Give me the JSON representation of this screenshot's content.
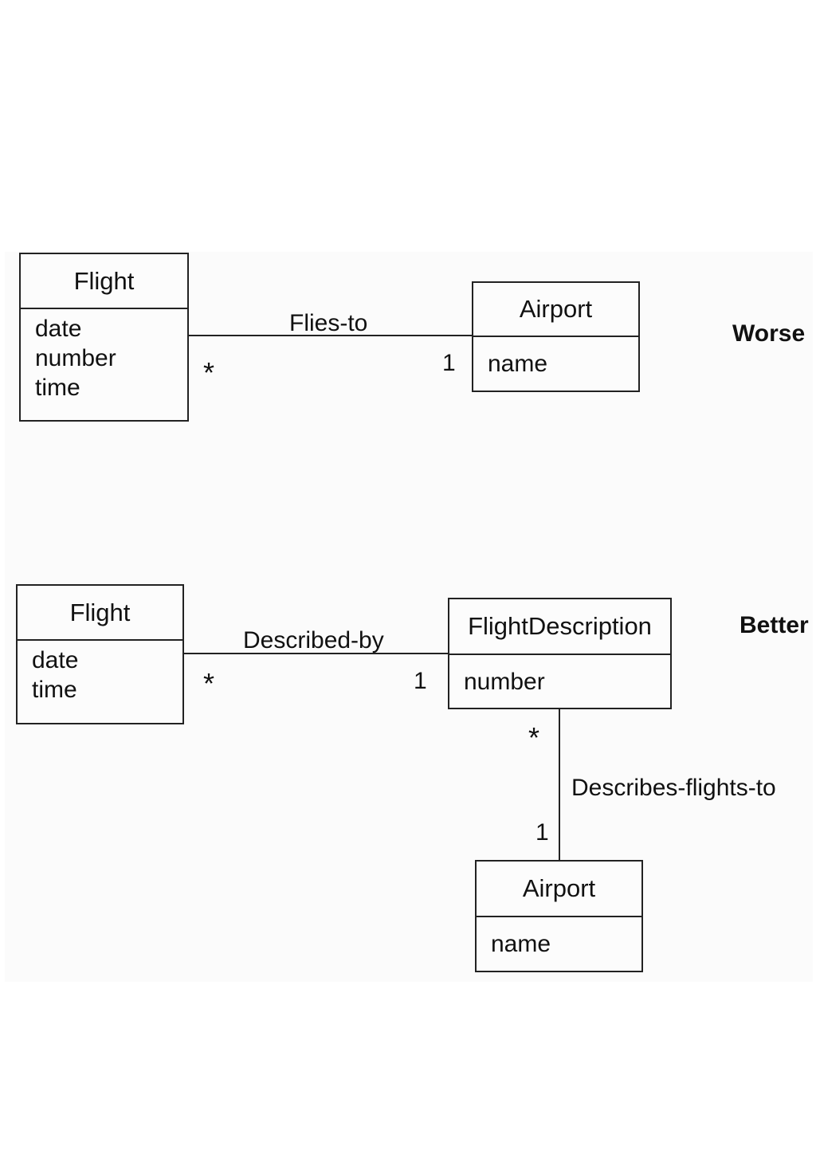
{
  "worse": {
    "flight": {
      "name": "Flight",
      "attributes": [
        "date",
        "number",
        "time"
      ]
    },
    "airport": {
      "name": "Airport",
      "attributes": [
        "name"
      ]
    },
    "association": {
      "label": "Flies-to",
      "flight_mult": "*",
      "airport_mult": "1"
    },
    "verdict": "Worse"
  },
  "better": {
    "flight": {
      "name": "Flight",
      "attributes": [
        "date",
        "time"
      ]
    },
    "flight_description": {
      "name": "FlightDescription",
      "attributes": [
        "number"
      ]
    },
    "airport": {
      "name": "Airport",
      "attributes": [
        "name"
      ]
    },
    "assoc_described_by": {
      "label": "Described-by",
      "flight_mult": "*",
      "description_mult": "1"
    },
    "assoc_describes_flights_to": {
      "label": "Describes-flights-to",
      "description_mult": "*",
      "airport_mult": "1"
    },
    "verdict": "Better"
  }
}
